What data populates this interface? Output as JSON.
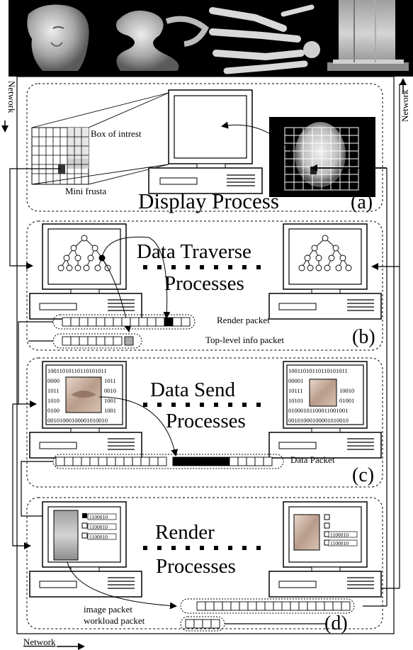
{
  "top_images": [
    "venus-head-render",
    "dragon-render",
    "hand-bones-render",
    "engine-render"
  ],
  "network_labels": {
    "left": "Network",
    "right": "Network",
    "bottom": "Network"
  },
  "display": {
    "title": "Display Process",
    "tag": "(a)",
    "box_of_interest": "Box of intrest",
    "mini_frusta": "Mini frusta"
  },
  "traverse": {
    "title_line1": "Data Traverse",
    "title_line2": "Processes",
    "tag": "(b)",
    "render_packet": "Render packet",
    "top_level_packet": "Top-level info packet"
  },
  "send": {
    "title_line1": "Data Send",
    "title_line2": "Processes",
    "tag": "(c)",
    "data_packet": "Data Packet",
    "bits_left": [
      "10011010110110101011",
      "0000",
      "1011",
      "1010",
      "0100",
      "00101000100001010010"
    ],
    "bits_left_right": [
      "1011",
      "0010",
      "1001",
      "1001"
    ],
    "bits_right": [
      "10011010110110101011",
      "00001",
      "10111",
      "10101",
      "01000101100011001001",
      "00101000100001010010"
    ],
    "bits_right_right": [
      "",
      "",
      "10010",
      "01001"
    ]
  },
  "render": {
    "title_line1": "Render",
    "title_line2": "Processes",
    "tag": "(d)",
    "image_packet": "image packet",
    "workload_packet": "workload packet",
    "left_codes": [
      "1100010",
      "1100010",
      "1100010"
    ],
    "right_codes": [
      "1100010",
      "1100010"
    ]
  }
}
